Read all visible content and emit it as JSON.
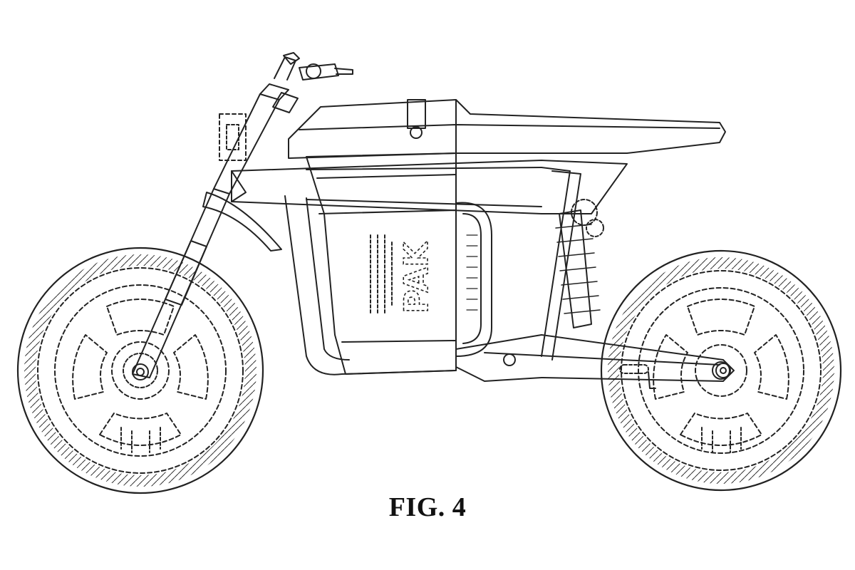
{
  "figure": {
    "caption": "FIG. 4",
    "battery_label": "PAK"
  },
  "colors": {
    "line": "#222222",
    "background": "#ffffff"
  },
  "icons": {
    "subject": "motorcycle-patent-drawing"
  }
}
